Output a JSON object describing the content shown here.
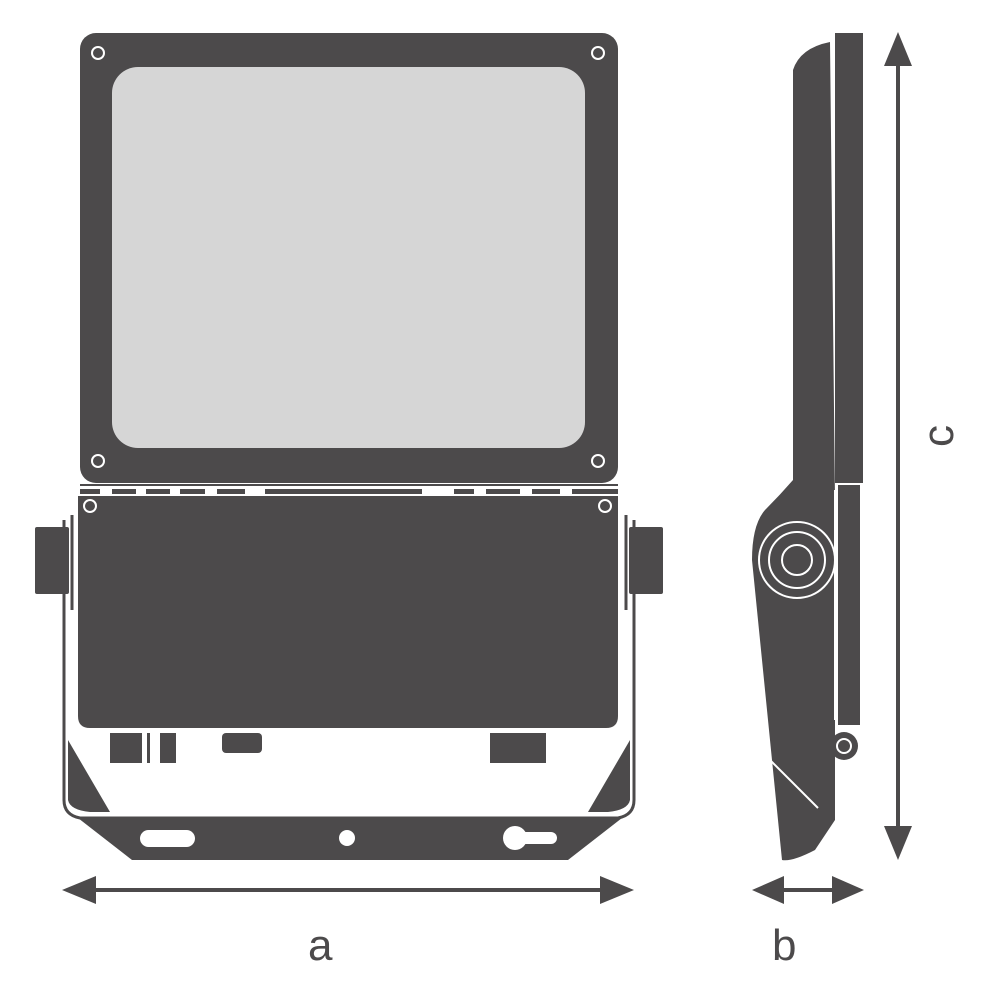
{
  "colors": {
    "body": "#4c4a4b",
    "lens": "#d6d6d6",
    "background": "#ffffff"
  },
  "dimensions": {
    "width_label": "a",
    "depth_label": "b",
    "height_label": "c"
  }
}
